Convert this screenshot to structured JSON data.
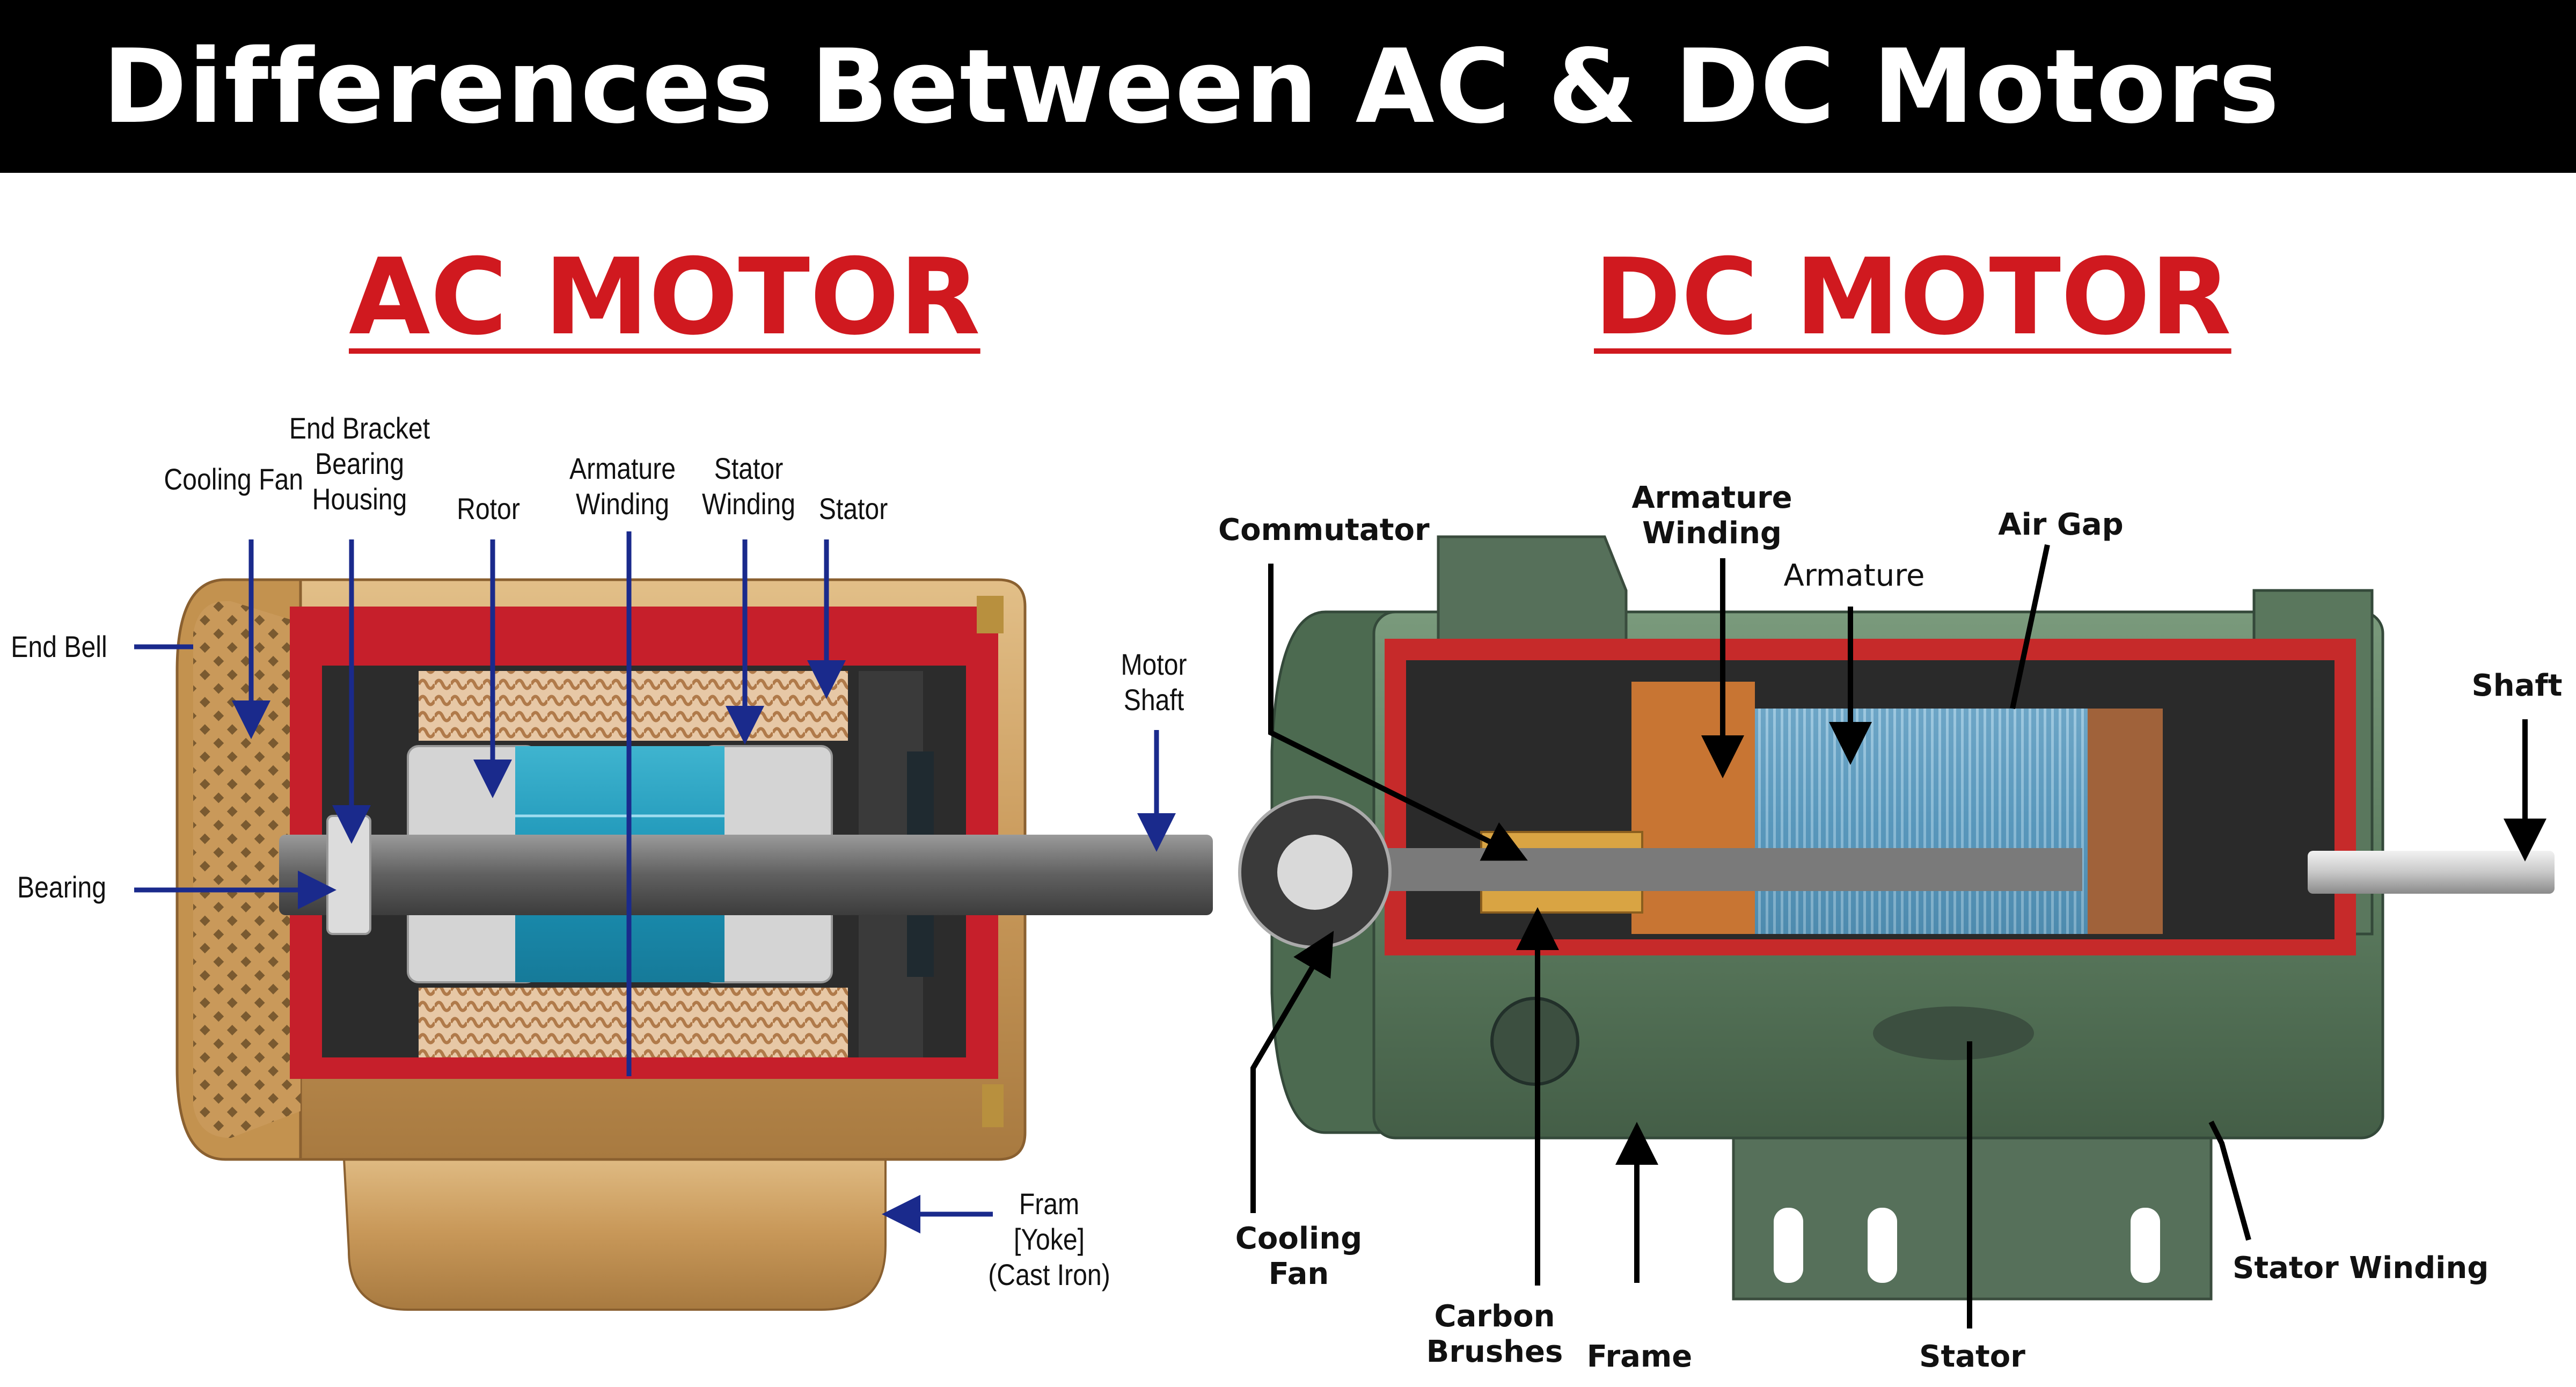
{
  "title": "Differences Between AC & DC Motors",
  "ac": {
    "heading": "AC MOTOR",
    "labels": {
      "cooling_fan": "Cooling Fan",
      "end_bracket_bearing_housing": "End Bracket Bearing Housing",
      "rotor": "Rotor",
      "armature_winding": "Armature Winding",
      "stator_winding": "Stator Winding",
      "stator": "Stator",
      "end_bell": "End Bell",
      "bearing": "Bearing",
      "motor_shaft": "Motor Shaft",
      "frame_yoke": "Fram [Yoke] (Cast Iron)"
    }
  },
  "dc": {
    "heading": "DC MOTOR",
    "labels": {
      "commutator": "Commutator",
      "armature_winding": "Armature Winding",
      "armature": "Armature",
      "air_gap": "Air Gap",
      "shaft": "Shaft",
      "cooling_fan": "Cooling Fan",
      "carbon_brushes": "Carbon Brushes",
      "frame": "Frame",
      "stator": "Stator",
      "stator_winding": "Stator Winding"
    }
  },
  "colors": {
    "banner": "#000000",
    "heading_red": "#d0191f",
    "ac_arrow": "#1a2a8c",
    "dc_arrow": "#000000",
    "ac_casing": "#c69a5e",
    "ac_cutaway": "#c61f2b",
    "ac_rotor": "#1fa0bf",
    "dc_casing": "#5a7a5e",
    "dc_cutaway": "#c62a2a",
    "dc_armature": "#4f8fb4",
    "copper": "#c87533"
  }
}
